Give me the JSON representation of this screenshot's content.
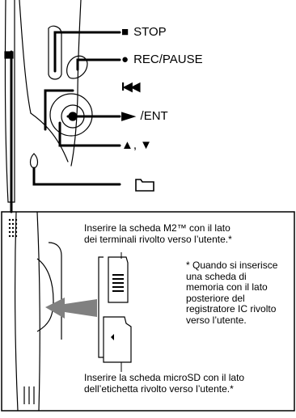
{
  "buttons": {
    "stop": {
      "icon": "stop-square-icon",
      "glyph": "■",
      "text": "STOP"
    },
    "rec": {
      "icon": "record-circle-icon",
      "glyph": "●",
      "text": "REC/PAUSE"
    },
    "prev": {
      "icon": "rewind-icon",
      "glyph": "I◀◀",
      "text": ""
    },
    "play": {
      "icon": "play-arrow-icon",
      "glyph": "▶",
      "text": "/ENT"
    },
    "updown": {
      "icon": "up-down-arrow-icon",
      "glyph": "",
      "text": "▲, ▼"
    },
    "folder": {
      "icon": "folder-icon",
      "glyph": "",
      "text": ""
    }
  },
  "notes": {
    "m2": "Inserire la scheda M2™ con il lato\ndei terminali rivolto verso l’utente.*",
    "footnote": "* Quando si inserisce\nuna scheda di\nmemoria con il lato\nposteriore del\nregistratore IC rivolto\nverso l’utente.",
    "microsd": "Inserire la scheda microSD con il lato\ndell’etichetta rivolto verso l’utente.*"
  }
}
